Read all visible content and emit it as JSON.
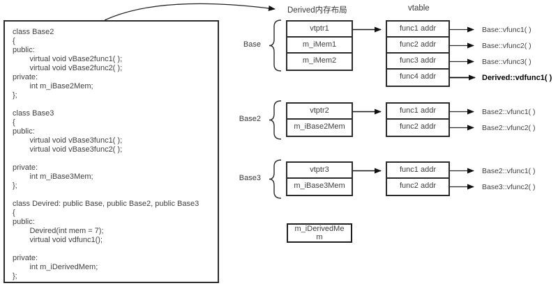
{
  "code_panel": {
    "text": "class Base2\n{\npublic:\n        virtual void vBase2func1( );\n        virtual void vBase2func2( );\nprivate:\n        int m_iBase2Mem;\n};\n\nclass Base3\n{\npublic:\n        virtual void vBase3func1( );\n        virtual void vBase3func2( );\n\nprivate:\n        int m_iBase3Mem;\n};\n\nclass Devired: public Base, public Base2, public Base3\n{\npublic:\n        Devired(int mem = 7);\n        virtual void vdfunc1();\n\nprivate:\n        int m_iDerivedMem;\n};"
  },
  "headers": {
    "memory_layout": "Derived内存布局",
    "vtable": "vtable"
  },
  "blocks": [
    {
      "label": "Base",
      "memory_rows": [
        "vtptr1",
        "m_iMem1",
        "m_iMem2"
      ],
      "vtable_rows": [
        "func1 addr",
        "func2 addr",
        "func3 addr",
        "func4 addr"
      ],
      "targets": [
        {
          "text": "Base::vfunc1( )",
          "bold": false
        },
        {
          "text": "Base::vfunc2( )",
          "bold": false
        },
        {
          "text": "Base::vfunc3( )",
          "bold": false
        },
        {
          "text": "Derived::vdfunc1( )",
          "bold": true
        }
      ]
    },
    {
      "label": "Base2",
      "memory_rows": [
        "vtptr2",
        "m_iBase2Mem"
      ],
      "vtable_rows": [
        "func1 addr",
        "func2 addr"
      ],
      "targets": [
        {
          "text": "Base2::vfunc1( )",
          "bold": false
        },
        {
          "text": "Base2::vfunc2( )",
          "bold": false
        }
      ]
    },
    {
      "label": "Base3",
      "memory_rows": [
        "vtptr3",
        "m_iBase3Mem"
      ],
      "vtable_rows": [
        "func1 addr",
        "func2 addr"
      ],
      "targets": [
        {
          "text": "Base2::vfunc1( )",
          "bold": false
        },
        {
          "text": "Base3::vfunc2( )",
          "bold": false
        }
      ]
    }
  ],
  "derived_member_box": {
    "label": "m_iDerivedMem"
  },
  "colors": {
    "line": "#2b2b2b",
    "text": "#3f3f3f",
    "bold_text": "#000000",
    "background": "#ffffff"
  }
}
